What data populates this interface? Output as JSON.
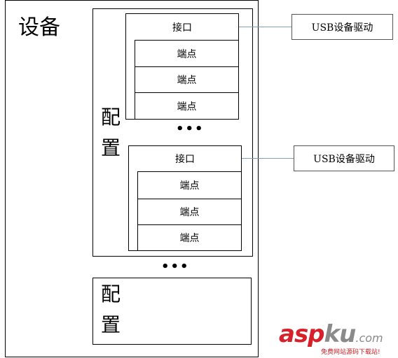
{
  "device": {
    "label": "设备"
  },
  "configs": [
    {
      "label_chars": [
        "配",
        "置"
      ],
      "interfaces": [
        {
          "label": "接口",
          "endpoints": [
            "端点",
            "端点",
            "端点"
          ],
          "driver": "USB设备驱动"
        },
        {
          "label": "接口",
          "endpoints": [
            "端点",
            "端点",
            "端点"
          ],
          "driver": "USB设备驱动"
        }
      ],
      "interface_ellipsis": "•••"
    },
    {
      "label_chars": [
        "配",
        "置"
      ]
    }
  ],
  "config_ellipsis": "•••",
  "watermark": {
    "brand_a": "asp",
    "brand_b": "ku",
    "domain": ".com",
    "tagline": "免费网站源码下载站!"
  },
  "colors": {
    "connector": "#7f9fbf",
    "watermark_red": "#d6202a",
    "watermark_gray": "#8a8a8a"
  }
}
